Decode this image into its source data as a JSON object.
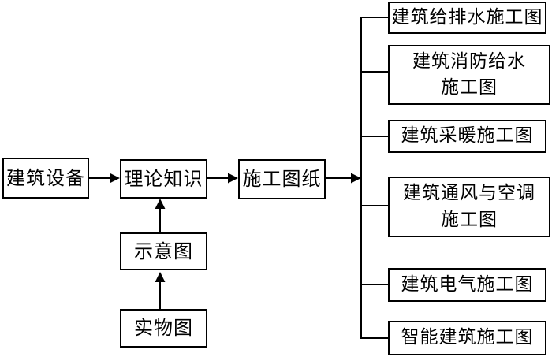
{
  "diagram": {
    "colors": {
      "line": "#000000",
      "box_background": "#ffffff",
      "text": "#000000"
    },
    "nodes": {
      "building_equipment": {
        "label": "建筑设备"
      },
      "theoretical_knowledge": {
        "label": "理论知识"
      },
      "construction_drawings": {
        "label": "施工图纸"
      },
      "schematic_diagram": {
        "label": "示意图"
      },
      "physical_object_diagram": {
        "label": "实物图"
      }
    },
    "outputs": [
      {
        "label": "建筑给排水施工图"
      },
      {
        "label": "建筑消防给水\n施工图"
      },
      {
        "label": "建筑采暖施工图"
      },
      {
        "label": "建筑通风与空调\n施工图"
      },
      {
        "label": "建筑电气施工图"
      },
      {
        "label": "智能建筑施工图"
      }
    ]
  }
}
